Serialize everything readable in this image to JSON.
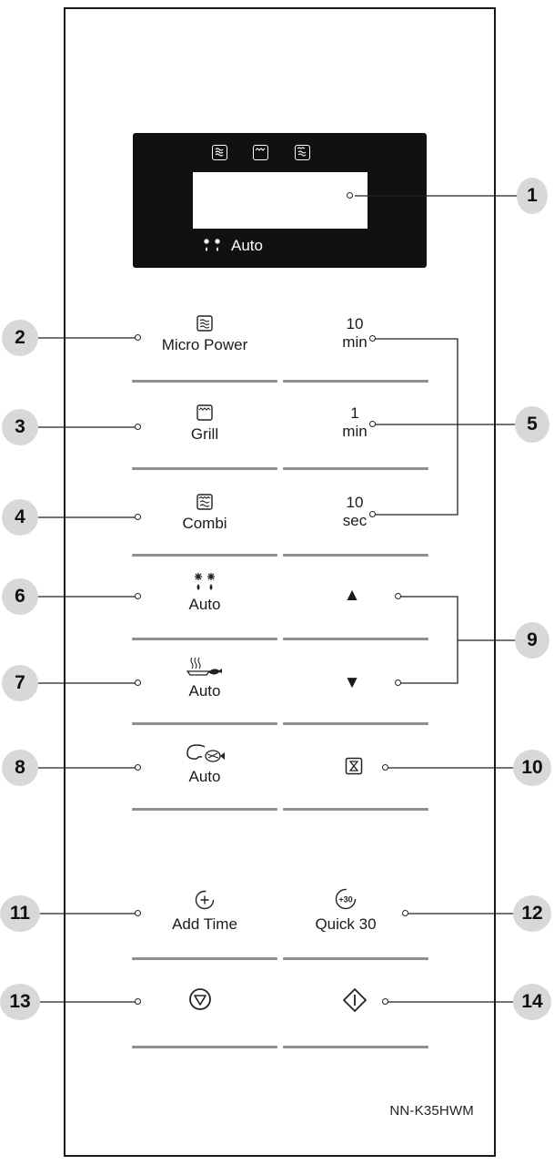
{
  "display": {
    "mode_icons": [
      "microwave-wave-icon",
      "grill-icon",
      "combi-icon"
    ],
    "auto_label": "Auto",
    "auto_icon": "defrost-snowflake-drop-icon"
  },
  "buttons": {
    "micro_power": {
      "label": "Micro Power",
      "icon": "microwave-wave-icon"
    },
    "ten_min": {
      "value": "10",
      "unit": "min"
    },
    "grill": {
      "label": "Grill",
      "icon": "grill-icon"
    },
    "one_min": {
      "value": "1",
      "unit": "min"
    },
    "combi": {
      "label": "Combi",
      "icon": "combi-icon"
    },
    "ten_sec": {
      "value": "10",
      "unit": "sec"
    },
    "defrost_auto": {
      "label": "Auto",
      "icon": "defrost-snowflake-drop-icon"
    },
    "up": {
      "symbol": "▲"
    },
    "reheat_auto": {
      "label": "Auto",
      "icon": "steaming-dish-icon"
    },
    "down": {
      "symbol": "▼"
    },
    "cook_auto": {
      "label": "Auto",
      "icon": "chicken-fish-icon"
    },
    "timer": {
      "symbol": "⧖",
      "icon": "hourglass-timer-icon"
    },
    "add_time": {
      "label": "Add Time",
      "icon": "plus-circle-icon"
    },
    "quick30": {
      "label": "Quick 30",
      "icon_text": "+30"
    },
    "stop": {
      "icon": "stop-cancel-icon"
    },
    "start": {
      "icon": "start-icon"
    }
  },
  "callouts": [
    "1",
    "2",
    "3",
    "4",
    "5",
    "6",
    "7",
    "8",
    "9",
    "10",
    "11",
    "12",
    "13",
    "14"
  ],
  "model": "NN-K35HWM"
}
